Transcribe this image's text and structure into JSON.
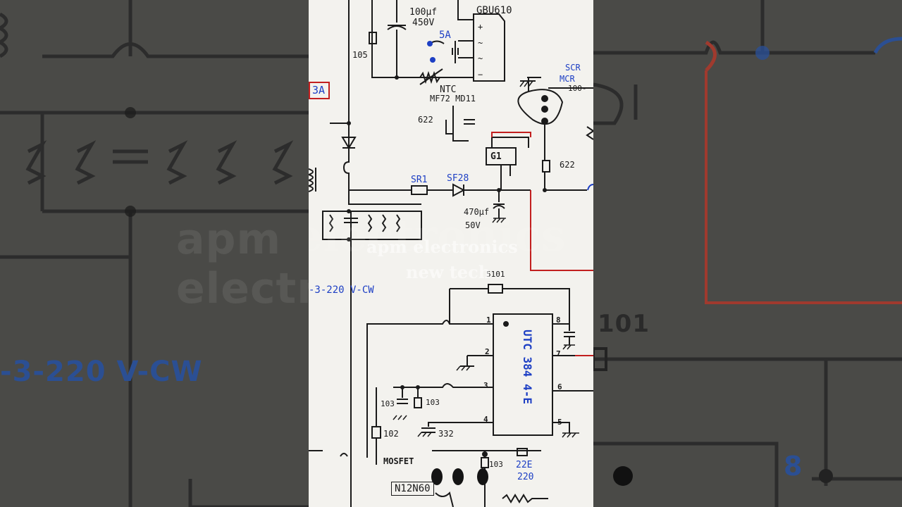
{
  "colors": {
    "wire": "#1a1a1a",
    "ink_blue": "#1d3fc4",
    "red_wire": "#c21f1f",
    "paper": "#f3f2ee"
  },
  "labels": {
    "cap_100uf": "100µf",
    "cap_450v": "450V",
    "bridge": "GBU610",
    "fuse_5a": "5A",
    "r_105": "105",
    "fuse_3a": "3A",
    "ntc": "NTC",
    "ntc_part": "MF72 MD11",
    "scr": "SCR",
    "scr_part": "MCR",
    "scr_part2": "100-",
    "r_622_left": "622",
    "g1": "G1",
    "r_622_right": "622",
    "sr1": "SR1",
    "sf28": "SF28",
    "cap_470uf": "470µf",
    "cap_50v": "50V",
    "transformer": "-3-220 V-CW",
    "r_5101": "5101",
    "ic": "UTC 384 4-E",
    "pin1": "1",
    "pin2": "2",
    "pin3": "3",
    "pin4": "4",
    "pin5": "5",
    "pin6": "6",
    "pin7": "7",
    "pin8": "8",
    "c_103a": "103",
    "c_103b": "103",
    "r_102": "102",
    "c_332": "332",
    "mosfet": "MOSFET",
    "mosfet_part": "N12N60",
    "r_103": "103",
    "r_22e": "22E",
    "r_220": "220"
  },
  "watermark": {
    "line1": "apm electronics",
    "line2": "new tech"
  },
  "background": {
    "left_text": "-3-220 V-CW",
    "right_num1": "101",
    "right_num2": "8",
    "faded": "apm electronics"
  }
}
